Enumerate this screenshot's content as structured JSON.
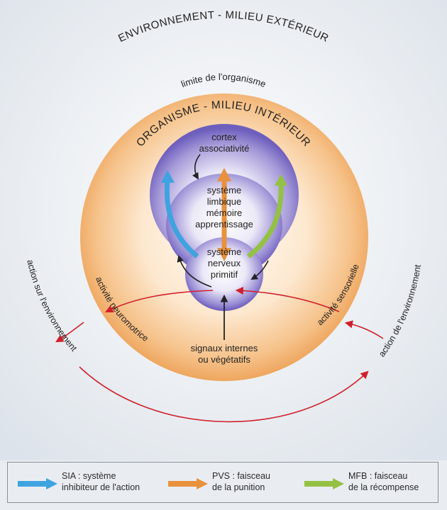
{
  "outer_title": "ENVIRONNEMENT - MILIEU EXTÉRIEUR",
  "organism_limit": "limite de l'organisme",
  "organism_title": "ORGANISME - MILIEU INTÉRIEUR",
  "cortex": [
    "cortex",
    "associativité"
  ],
  "limbic": [
    "système",
    "limbique",
    "mémoire",
    "apprentissage"
  ],
  "primitive": [
    "système",
    "nerveux",
    "primitif"
  ],
  "signals": [
    "signaux internes",
    "ou végétatifs"
  ],
  "neuromotor": "activité neuromotrice",
  "sensory": "activité sensorielle",
  "action_on_env": "action sur l'environnement",
  "action_from_env": "action de l'environnement",
  "colors": {
    "SIA": "#3fa3e0",
    "PVS": "#e8913e",
    "MFB": "#94c144",
    "red_arrow": "#d0202a",
    "organism": "#f3b274",
    "sphere": "#7f70c8"
  },
  "legend": [
    {
      "key": "SIA",
      "text": [
        "SIA : système",
        "inhibiteur de l'action"
      ],
      "color": "#3fa3e0"
    },
    {
      "key": "PVS",
      "text": [
        "PVS : faisceau",
        "de la punition"
      ],
      "color": "#e8913e"
    },
    {
      "key": "MFB",
      "text": [
        "MFB : faisceau",
        "de la récompense"
      ],
      "color": "#94c144"
    }
  ]
}
